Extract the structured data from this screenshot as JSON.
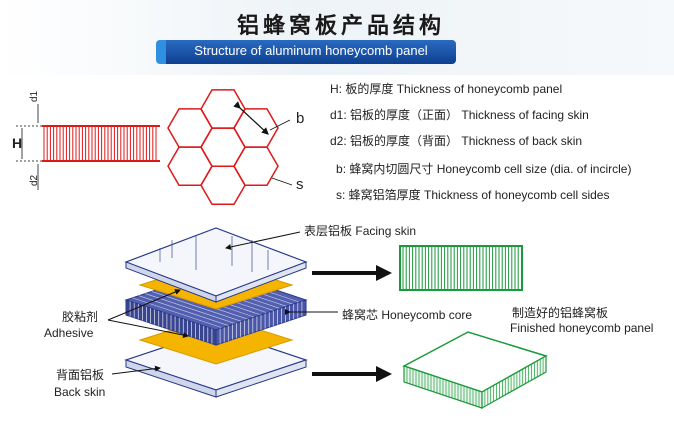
{
  "title": {
    "cn": "铝蜂窝板产品结构",
    "en": "Structure of aluminum honeycomb panel"
  },
  "legend": [
    {
      "code": "H",
      "cn": "板的厚度",
      "en": "Thickness of honeycomb panel"
    },
    {
      "code": "d1",
      "cn": "铝板的厚度（正面）",
      "en": "Thickness of facing skin"
    },
    {
      "code": "d2",
      "cn": "铝板的厚度（背面）",
      "en": "Thickness of back skin"
    },
    {
      "code": "b",
      "cn": "蜂窝内切圆尺寸",
      "en": "Honeycomb cell size (dia. of incircle)"
    },
    {
      "code": "s",
      "cn": "蜂窝铝箔厚度",
      "en": "Thickness of honeycomb cell sides"
    }
  ],
  "section": {
    "H": "H",
    "d1": "d1",
    "d2": "d2"
  },
  "hex_labels": {
    "b": "b",
    "s": "s"
  },
  "layers": {
    "facing_cn": "表层铝板",
    "facing_en": "Facing skin",
    "adhesive_cn": "胶粘剂",
    "adhesive_en": "Adhesive",
    "core_cn": "蜂窝芯",
    "core_en": "Honeycomb core",
    "back_cn": "背面铝板",
    "back_en": "Back skin",
    "finished_cn": "制造好的铝蜂窝板",
    "finished_en": "Finished honeycomb panel"
  },
  "colors": {
    "red": "#e01818",
    "green": "#1a9a3a",
    "yellow": "#f5b400",
    "blue": "#3a4a9a",
    "title_bar": "#0d3f8f"
  }
}
